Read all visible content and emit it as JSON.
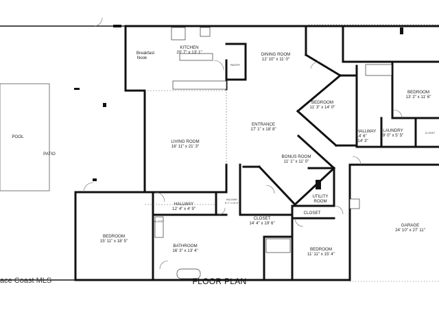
{
  "rooms": {
    "kitchen": {
      "name": "KITCHEN",
      "dim": "20' 7\" x 13' 1\""
    },
    "breakfast_nook": {
      "line1": "Breakfast",
      "line2": "Nook"
    },
    "dining_room": {
      "name": "DINING ROOM",
      "dim": "12' 10\" x 11' 0\""
    },
    "pantry": {
      "name": "PANTRY"
    },
    "bedroom_center": {
      "name": "BEDROOM",
      "dim": "11' 3\" x 14' 0\""
    },
    "bedroom_right": {
      "name": "BEDROOM",
      "dim": "13' 2\" x 11' 6\""
    },
    "entrance": {
      "name": "ENTRANCE",
      "dim": "17' 1\" x 18' 8\""
    },
    "living_room": {
      "name": "LIVING ROOM",
      "dim": "16' 11\" x 21' 3\""
    },
    "pool": {
      "name": "POOL"
    },
    "patio": {
      "name": "PATIO"
    },
    "laundry": {
      "name": "LAUNDRY",
      "dim": "9' 0\" x 5' 5\""
    },
    "hallway_right": {
      "name": "HALLWAY",
      "dim_line1": "14' 6\"",
      "dim_line2": "14' 3\""
    },
    "bonus_room": {
      "name": "BONUS ROOM",
      "dim": "11' 1\" x 11' 0\""
    },
    "utility_room": {
      "line1": "UTILITY",
      "line2": "ROOM"
    },
    "hallway_left": {
      "name": "HALLWAY",
      "dim": "12' 4\" x 4' 9\""
    },
    "hallway_small": {
      "name": "HALLWAY",
      "dim": "8' 1\" x 10' 6\""
    },
    "closet_center": {
      "name": "CLOSET",
      "dim": "14' 4\" x 19' 6\""
    },
    "closet_small": {
      "name": "CLOSET"
    },
    "bedroom_left": {
      "name": "BEDROOM",
      "dim": "15' 11\" x 18' 5\""
    },
    "bathroom_left": {
      "name": "BATHROOM",
      "dim": "16' 3\" x 13' 4\""
    },
    "bedroom_bottom": {
      "name": "BEDROOM",
      "dim": "11' 11\" x 15' 4\""
    },
    "garage": {
      "name": "GARAGE",
      "dim": "24' 10\" x 27' 11\""
    },
    "closet_right": {
      "name": "CLOSET"
    },
    "closet_hall": {
      "name": "CLOSET"
    }
  },
  "footer": {
    "brand": "ace Coast MLS",
    "title": "FLOOR PLAN"
  }
}
